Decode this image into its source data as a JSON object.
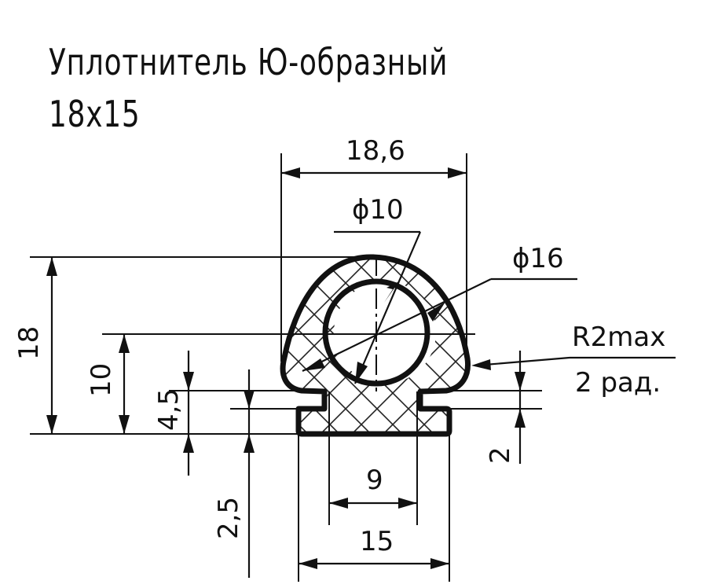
{
  "title": {
    "line1": "Уплотнитель Ю-образный",
    "line2": "18х15"
  },
  "dimensions": {
    "width_top": "18,6",
    "inner_diameter": "ϕ10",
    "outer_diameter": "ϕ16",
    "radius_note_line1": "R2max",
    "radius_note_line2": "2 рад.",
    "height_total": "18",
    "height_center": "10",
    "height_neck": "4,5",
    "height_base": "2,5",
    "flange_thickness": "2",
    "neck_width": "9",
    "base_width": "15"
  }
}
